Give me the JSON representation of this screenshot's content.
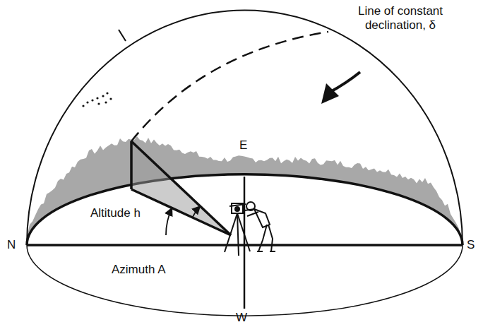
{
  "diagram": {
    "labels": [
      "Line of constant declination, δ",
      "E",
      "N",
      "S",
      "W",
      "Altitude h",
      "Azimuth A"
    ]
  }
}
